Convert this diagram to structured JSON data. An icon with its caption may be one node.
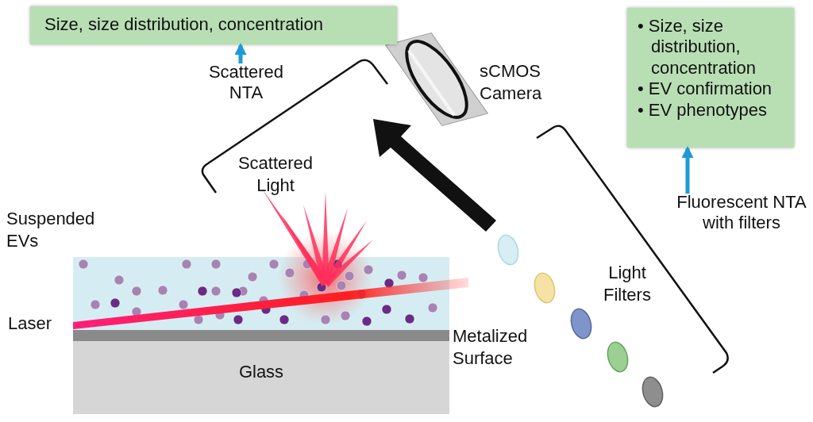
{
  "diagram": {
    "nodes": [
      {
        "text": [
          "Size, size distribution, concentration"
        ]
      },
      {
        "text": [
          "Scattered NTA"
        ]
      },
      {
        "text": [
          "• Size, size distribution, concentration",
          "• EV confirmation",
          "• EV phenotypes"
        ]
      },
      {
        "text": [
          "Fluorescent NTA with filters"
        ]
      },
      {
        "text": [
          "Glass"
        ]
      }
    ],
    "edges": [
      {
        "from": 1,
        "to": 0,
        "arrow": "to"
      },
      {
        "from": 3,
        "to": 2,
        "arrow": "to"
      }
    ],
    "labels": [
      "sCMOS Camera",
      "Scattered Light",
      "Suspended EVs",
      "Laser",
      "Metalized Surface",
      "Light Filters"
    ]
  }
}
